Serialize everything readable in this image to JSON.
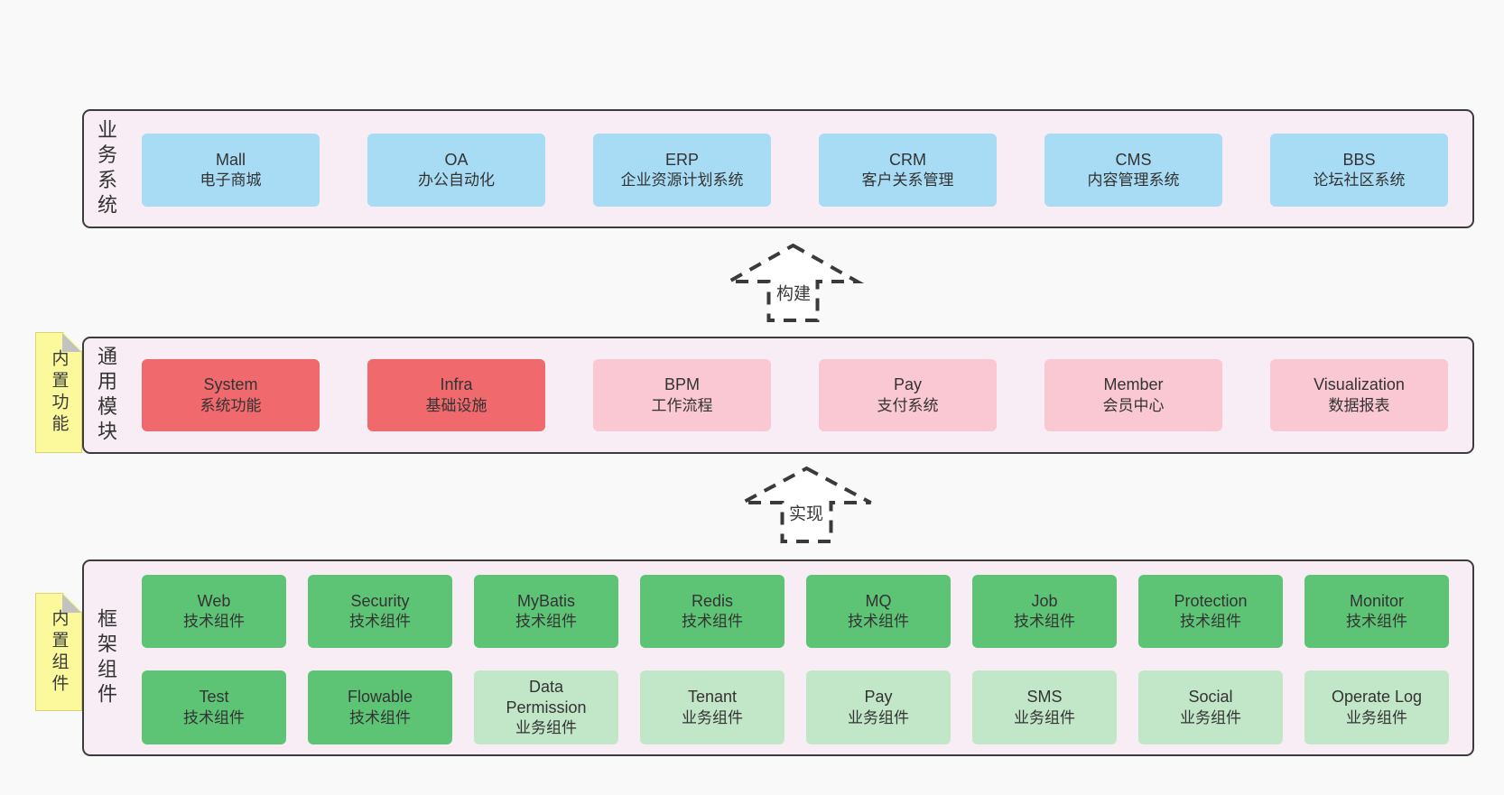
{
  "sections": [
    {
      "id": "business-systems",
      "label": "业务系统",
      "boxes": [
        {
          "title": "Mall",
          "subtitle": "电子商城"
        },
        {
          "title": "OA",
          "subtitle": "办公自动化"
        },
        {
          "title": "ERP",
          "subtitle": "企业资源计划系统"
        },
        {
          "title": "CRM",
          "subtitle": "客户关系管理"
        },
        {
          "title": "CMS",
          "subtitle": "内容管理系统"
        },
        {
          "title": "BBS",
          "subtitle": "论坛社区系统"
        }
      ]
    },
    {
      "id": "common-modules",
      "label": "通用模块",
      "note": "内置功能",
      "boxes": [
        {
          "title": "System",
          "subtitle": "系统功能"
        },
        {
          "title": "Infra",
          "subtitle": "基础设施"
        },
        {
          "title": "BPM",
          "subtitle": "工作流程"
        },
        {
          "title": "Pay",
          "subtitle": "支付系统"
        },
        {
          "title": "Member",
          "subtitle": "会员中心"
        },
        {
          "title": "Visualization",
          "subtitle": "数据报表"
        }
      ]
    },
    {
      "id": "framework-components",
      "label": "框架组件",
      "note": "内置组件",
      "row1": [
        {
          "title": "Web",
          "subtitle": "技术组件"
        },
        {
          "title": "Security",
          "subtitle": "技术组件"
        },
        {
          "title": "MyBatis",
          "subtitle": "技术组件"
        },
        {
          "title": "Redis",
          "subtitle": "技术组件"
        },
        {
          "title": "MQ",
          "subtitle": "技术组件"
        },
        {
          "title": "Job",
          "subtitle": "技术组件"
        },
        {
          "title": "Protection",
          "subtitle": "技术组件"
        },
        {
          "title": "Monitor",
          "subtitle": "技术组件"
        }
      ],
      "row2": [
        {
          "title": "Test",
          "subtitle": "技术组件"
        },
        {
          "title": "Flowable",
          "subtitle": "技术组件"
        },
        {
          "title": "Data Permission",
          "subtitle": "业务组件"
        },
        {
          "title": "Tenant",
          "subtitle": "业务组件"
        },
        {
          "title": "Pay",
          "subtitle": "业务组件"
        },
        {
          "title": "SMS",
          "subtitle": "业务组件"
        },
        {
          "title": "Social",
          "subtitle": "业务组件"
        },
        {
          "title": "Operate Log",
          "subtitle": "业务组件"
        }
      ]
    }
  ],
  "arrows": [
    {
      "label": "构建"
    },
    {
      "label": "实现"
    }
  ],
  "colors": {
    "page_bg": "#f9f9f9",
    "panel_bg": "#f8edf5",
    "panel_border": "#3c3c3c",
    "box_blue": "#a8dbf4",
    "box_red": "#f0696d",
    "box_pink": "#f9c8d2",
    "box_green": "#5dc475",
    "box_light_green": "#c1e6c8",
    "note_yellow": "#fbf99c",
    "note_fold_gray": "#c2c2c2",
    "text": "#333333"
  }
}
